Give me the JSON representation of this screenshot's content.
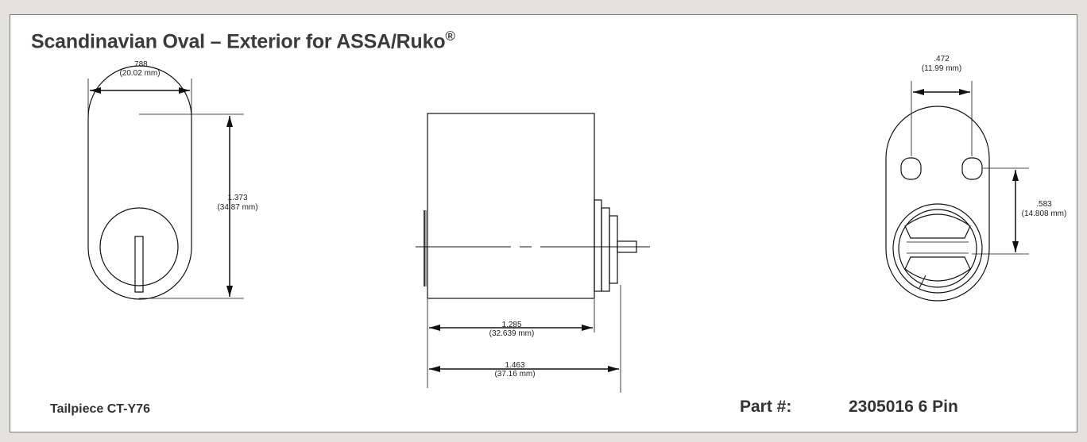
{
  "title": "Scandinavian Oval – Exterior for ASSA/Ruko",
  "title_mark": "®",
  "front_view": {
    "width": {
      "inch": ".788",
      "mm": "(20.02 mm)"
    },
    "height": {
      "inch": "1.373",
      "mm": "(34.87 mm)"
    }
  },
  "side_view": {
    "body_length": {
      "inch": "1.285",
      "mm": "(32.639 mm)"
    },
    "overall_length": {
      "inch": "1.463",
      "mm": "(37.16 mm)"
    }
  },
  "back_view": {
    "hole_spacing": {
      "inch": ".472",
      "mm": "(11.99 mm)"
    },
    "hole_to_center": {
      "inch": ".583",
      "mm": "(14.808 mm)"
    }
  },
  "footer": {
    "tailpiece": "Tailpiece CT-Y76",
    "part_label": "Part #:",
    "part_number": "2305016 6 Pin"
  }
}
